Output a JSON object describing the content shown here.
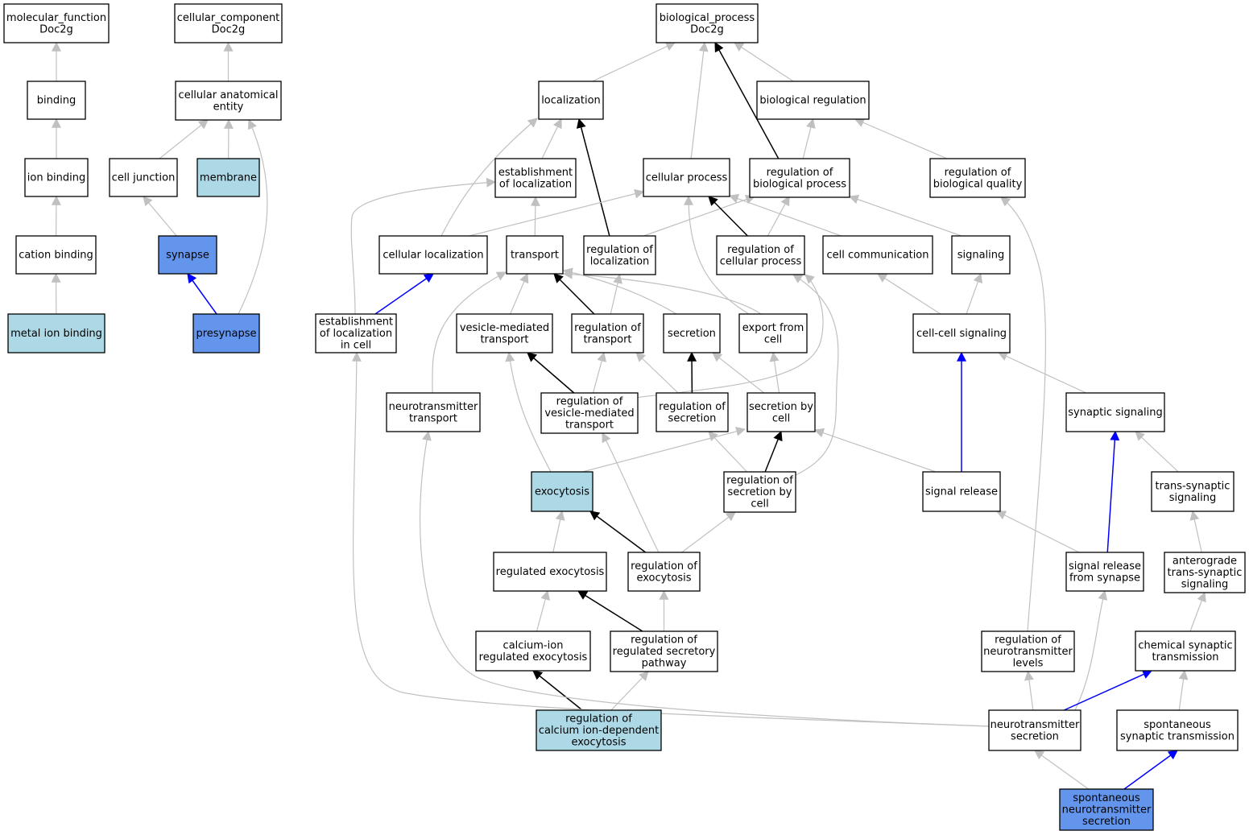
{
  "colors": {
    "default_fill": "#ffffff",
    "annotated_fill": "#add8e6",
    "highlight_fill": "#6495ed",
    "edge_gray": "#c0c0c0",
    "edge_black": "#000000",
    "edge_blue": "#0000ff"
  },
  "nodes": [
    {
      "id": "mf_root",
      "lines": [
        "molecular_function",
        "Doc2g"
      ],
      "style": "default"
    },
    {
      "id": "cc_root",
      "lines": [
        "cellular_component",
        "Doc2g"
      ],
      "style": "default"
    },
    {
      "id": "bp_root",
      "lines": [
        "biological_process",
        "Doc2g"
      ],
      "style": "default"
    },
    {
      "id": "binding",
      "lines": [
        "binding"
      ],
      "style": "default"
    },
    {
      "id": "cae",
      "lines": [
        "cellular anatomical",
        "entity"
      ],
      "style": "default"
    },
    {
      "id": "localization",
      "lines": [
        "localization"
      ],
      "style": "default"
    },
    {
      "id": "bioreg",
      "lines": [
        "biological regulation"
      ],
      "style": "default"
    },
    {
      "id": "ion_binding",
      "lines": [
        "ion binding"
      ],
      "style": "default"
    },
    {
      "id": "cell_junction",
      "lines": [
        "cell junction"
      ],
      "style": "default"
    },
    {
      "id": "membrane",
      "lines": [
        "membrane"
      ],
      "style": "annotated"
    },
    {
      "id": "estab_loc",
      "lines": [
        "establishment",
        "of localization"
      ],
      "style": "default"
    },
    {
      "id": "cell_proc",
      "lines": [
        "cellular process"
      ],
      "style": "default"
    },
    {
      "id": "reg_bp",
      "lines": [
        "regulation of",
        "biological process"
      ],
      "style": "default"
    },
    {
      "id": "reg_bq",
      "lines": [
        "regulation of",
        "biological quality"
      ],
      "style": "default"
    },
    {
      "id": "cation_binding",
      "lines": [
        "cation binding"
      ],
      "style": "default"
    },
    {
      "id": "synapse",
      "lines": [
        "synapse"
      ],
      "style": "highlight"
    },
    {
      "id": "cell_loc",
      "lines": [
        "cellular localization"
      ],
      "style": "default"
    },
    {
      "id": "transport",
      "lines": [
        "transport"
      ],
      "style": "default"
    },
    {
      "id": "reg_loc",
      "lines": [
        "regulation of",
        "localization"
      ],
      "style": "default"
    },
    {
      "id": "reg_cp",
      "lines": [
        "regulation of",
        "cellular process"
      ],
      "style": "default"
    },
    {
      "id": "cell_comm",
      "lines": [
        "cell communication"
      ],
      "style": "default"
    },
    {
      "id": "signaling",
      "lines": [
        "signaling"
      ],
      "style": "default"
    },
    {
      "id": "metal_ion",
      "lines": [
        "metal ion binding"
      ],
      "style": "annotated"
    },
    {
      "id": "presynapse",
      "lines": [
        "presynapse"
      ],
      "style": "highlight"
    },
    {
      "id": "estab_loc_cell",
      "lines": [
        "establishment",
        "of localization",
        "in cell"
      ],
      "style": "default"
    },
    {
      "id": "vmt",
      "lines": [
        "vesicle-mediated",
        "transport"
      ],
      "style": "default"
    },
    {
      "id": "reg_transport",
      "lines": [
        "regulation of",
        "transport"
      ],
      "style": "default"
    },
    {
      "id": "secretion",
      "lines": [
        "secretion"
      ],
      "style": "default"
    },
    {
      "id": "export_cell",
      "lines": [
        "export from",
        "cell"
      ],
      "style": "default"
    },
    {
      "id": "ccs",
      "lines": [
        "cell-cell signaling"
      ],
      "style": "default"
    },
    {
      "id": "nt_transport",
      "lines": [
        "neurotransmitter",
        "transport"
      ],
      "style": "default"
    },
    {
      "id": "reg_vmt",
      "lines": [
        "regulation of",
        "vesicle-mediated",
        "transport"
      ],
      "style": "default"
    },
    {
      "id": "reg_secretion",
      "lines": [
        "regulation of",
        "secretion"
      ],
      "style": "default"
    },
    {
      "id": "sec_by_cell",
      "lines": [
        "secretion by",
        "cell"
      ],
      "style": "default"
    },
    {
      "id": "syn_sig",
      "lines": [
        "synaptic signaling"
      ],
      "style": "default"
    },
    {
      "id": "exocytosis",
      "lines": [
        "exocytosis"
      ],
      "style": "annotated"
    },
    {
      "id": "reg_sec_cell",
      "lines": [
        "regulation of",
        "secretion by",
        "cell"
      ],
      "style": "default"
    },
    {
      "id": "signal_release",
      "lines": [
        "signal release"
      ],
      "style": "default"
    },
    {
      "id": "trans_syn",
      "lines": [
        "trans-synaptic",
        "signaling"
      ],
      "style": "default"
    },
    {
      "id": "reg_exo",
      "lines": [
        "regulated exocytosis"
      ],
      "style": "default"
    },
    {
      "id": "reg_of_exo",
      "lines": [
        "regulation of",
        "exocytosis"
      ],
      "style": "default"
    },
    {
      "id": "sig_rel_syn",
      "lines": [
        "signal release",
        "from synapse"
      ],
      "style": "default"
    },
    {
      "id": "antero",
      "lines": [
        "anterograde",
        "trans-synaptic",
        "signaling"
      ],
      "style": "default"
    },
    {
      "id": "ca_exo",
      "lines": [
        "calcium-ion",
        "regulated exocytosis"
      ],
      "style": "default"
    },
    {
      "id": "reg_rsp",
      "lines": [
        "regulation of",
        "regulated secretory",
        "pathway"
      ],
      "style": "default"
    },
    {
      "id": "reg_nt_levels",
      "lines": [
        "regulation of",
        "neurotransmitter",
        "levels"
      ],
      "style": "default"
    },
    {
      "id": "chem_syn",
      "lines": [
        "chemical synaptic",
        "transmission"
      ],
      "style": "default"
    },
    {
      "id": "reg_ca_exo",
      "lines": [
        "regulation of",
        "calcium ion-dependent",
        "exocytosis"
      ],
      "style": "annotated"
    },
    {
      "id": "nt_secretion",
      "lines": [
        "neurotransmitter",
        "secretion"
      ],
      "style": "default"
    },
    {
      "id": "spont_syn",
      "lines": [
        "spontaneous",
        "synaptic transmission"
      ],
      "style": "default"
    },
    {
      "id": "spont_nt",
      "lines": [
        "spontaneous",
        "neurotransmitter",
        "secretion"
      ],
      "style": "highlight"
    }
  ],
  "edges": [
    {
      "from": "binding",
      "to": "mf_root",
      "color": "gray"
    },
    {
      "from": "ion_binding",
      "to": "binding",
      "color": "gray"
    },
    {
      "from": "cation_binding",
      "to": "ion_binding",
      "color": "gray"
    },
    {
      "from": "metal_ion",
      "to": "cation_binding",
      "color": "gray"
    },
    {
      "from": "cae",
      "to": "cc_root",
      "color": "gray"
    },
    {
      "from": "cell_junction",
      "to": "cae",
      "color": "gray"
    },
    {
      "from": "membrane",
      "to": "cae",
      "color": "gray"
    },
    {
      "from": "synapse",
      "to": "cell_junction",
      "color": "gray"
    },
    {
      "from": "presynapse",
      "to": "synapse",
      "color": "blue"
    },
    {
      "from": "presynapse",
      "to": "cae",
      "color": "gray"
    },
    {
      "from": "localization",
      "to": "bp_root",
      "color": "gray"
    },
    {
      "from": "cell_proc",
      "to": "bp_root",
      "color": "gray"
    },
    {
      "from": "reg_bp",
      "to": "bp_root",
      "color": "black"
    },
    {
      "from": "bioreg",
      "to": "bp_root",
      "color": "gray"
    },
    {
      "from": "reg_bp",
      "to": "bioreg",
      "color": "gray"
    },
    {
      "from": "reg_bq",
      "to": "bioreg",
      "color": "gray"
    },
    {
      "from": "estab_loc",
      "to": "localization",
      "color": "gray"
    },
    {
      "from": "reg_loc",
      "to": "localization",
      "color": "black"
    },
    {
      "from": "cell_loc",
      "to": "localization",
      "color": "gray"
    },
    {
      "from": "cell_loc",
      "to": "cell_proc",
      "color": "gray"
    },
    {
      "from": "transport",
      "to": "estab_loc",
      "color": "gray"
    },
    {
      "from": "estab_loc_cell",
      "to": "estab_loc",
      "color": "gray"
    },
    {
      "from": "estab_loc_cell",
      "to": "cell_loc",
      "color": "blue"
    },
    {
      "from": "reg_loc",
      "to": "reg_bp",
      "color": "gray"
    },
    {
      "from": "reg_cp",
      "to": "reg_bp",
      "color": "gray"
    },
    {
      "from": "reg_cp",
      "to": "cell_proc",
      "color": "black"
    },
    {
      "from": "cell_comm",
      "to": "cell_proc",
      "color": "gray"
    },
    {
      "from": "signaling",
      "to": "reg_bp",
      "color": "gray"
    },
    {
      "from": "ccs",
      "to": "cell_comm",
      "color": "gray"
    },
    {
      "from": "ccs",
      "to": "signaling",
      "color": "gray"
    },
    {
      "from": "vmt",
      "to": "transport",
      "color": "gray"
    },
    {
      "from": "reg_transport",
      "to": "transport",
      "color": "black"
    },
    {
      "from": "reg_transport",
      "to": "reg_loc",
      "color": "gray"
    },
    {
      "from": "secretion",
      "to": "transport",
      "color": "gray"
    },
    {
      "from": "export_cell",
      "to": "transport",
      "color": "gray"
    },
    {
      "from": "export_cell",
      "to": "cell_proc",
      "color": "gray"
    },
    {
      "from": "nt_transport",
      "to": "transport",
      "color": "gray"
    },
    {
      "from": "reg_vmt",
      "to": "vmt",
      "color": "black"
    },
    {
      "from": "reg_vmt",
      "to": "reg_transport",
      "color": "gray"
    },
    {
      "from": "reg_vmt",
      "to": "reg_cp",
      "color": "gray"
    },
    {
      "from": "reg_secretion",
      "to": "secretion",
      "color": "black"
    },
    {
      "from": "reg_secretion",
      "to": "reg_transport",
      "color": "gray"
    },
    {
      "from": "sec_by_cell",
      "to": "secretion",
      "color": "gray"
    },
    {
      "from": "sec_by_cell",
      "to": "export_cell",
      "color": "gray"
    },
    {
      "from": "syn_sig",
      "to": "ccs",
      "color": "gray"
    },
    {
      "from": "signal_release",
      "to": "ccs",
      "color": "blue"
    },
    {
      "from": "signal_release",
      "to": "sec_by_cell",
      "color": "gray"
    },
    {
      "from": "exocytosis",
      "to": "vmt",
      "color": "gray"
    },
    {
      "from": "exocytosis",
      "to": "sec_by_cell",
      "color": "gray"
    },
    {
      "from": "reg_sec_cell",
      "to": "sec_by_cell",
      "color": "black"
    },
    {
      "from": "reg_sec_cell",
      "to": "reg_secretion",
      "color": "gray"
    },
    {
      "from": "reg_sec_cell",
      "to": "reg_cp",
      "color": "gray"
    },
    {
      "from": "trans_syn",
      "to": "syn_sig",
      "color": "gray"
    },
    {
      "from": "reg_exo",
      "to": "exocytosis",
      "color": "gray"
    },
    {
      "from": "reg_of_exo",
      "to": "exocytosis",
      "color": "black"
    },
    {
      "from": "reg_of_exo",
      "to": "reg_vmt",
      "color": "gray"
    },
    {
      "from": "reg_of_exo",
      "to": "reg_sec_cell",
      "color": "gray"
    },
    {
      "from": "sig_rel_syn",
      "to": "signal_release",
      "color": "gray"
    },
    {
      "from": "sig_rel_syn",
      "to": "syn_sig",
      "color": "blue"
    },
    {
      "from": "antero",
      "to": "trans_syn",
      "color": "gray"
    },
    {
      "from": "ca_exo",
      "to": "reg_exo",
      "color": "gray"
    },
    {
      "from": "reg_rsp",
      "to": "reg_exo",
      "color": "black"
    },
    {
      "from": "reg_rsp",
      "to": "reg_of_exo",
      "color": "gray"
    },
    {
      "from": "chem_syn",
      "to": "antero",
      "color": "gray"
    },
    {
      "from": "reg_ca_exo",
      "to": "ca_exo",
      "color": "black"
    },
    {
      "from": "reg_ca_exo",
      "to": "reg_rsp",
      "color": "gray"
    },
    {
      "from": "reg_nt_levels",
      "to": "reg_bq",
      "color": "gray"
    },
    {
      "from": "nt_secretion",
      "to": "reg_nt_levels",
      "color": "gray"
    },
    {
      "from": "nt_secretion",
      "to": "sig_rel_syn",
      "color": "gray"
    },
    {
      "from": "nt_secretion",
      "to": "chem_syn",
      "color": "blue"
    },
    {
      "from": "nt_secretion",
      "to": "estab_loc_cell",
      "color": "gray"
    },
    {
      "from": "nt_secretion",
      "to": "nt_transport",
      "color": "gray"
    },
    {
      "from": "spont_syn",
      "to": "chem_syn",
      "color": "gray"
    },
    {
      "from": "spont_nt",
      "to": "nt_secretion",
      "color": "gray"
    },
    {
      "from": "spont_nt",
      "to": "spont_syn",
      "color": "blue"
    }
  ]
}
